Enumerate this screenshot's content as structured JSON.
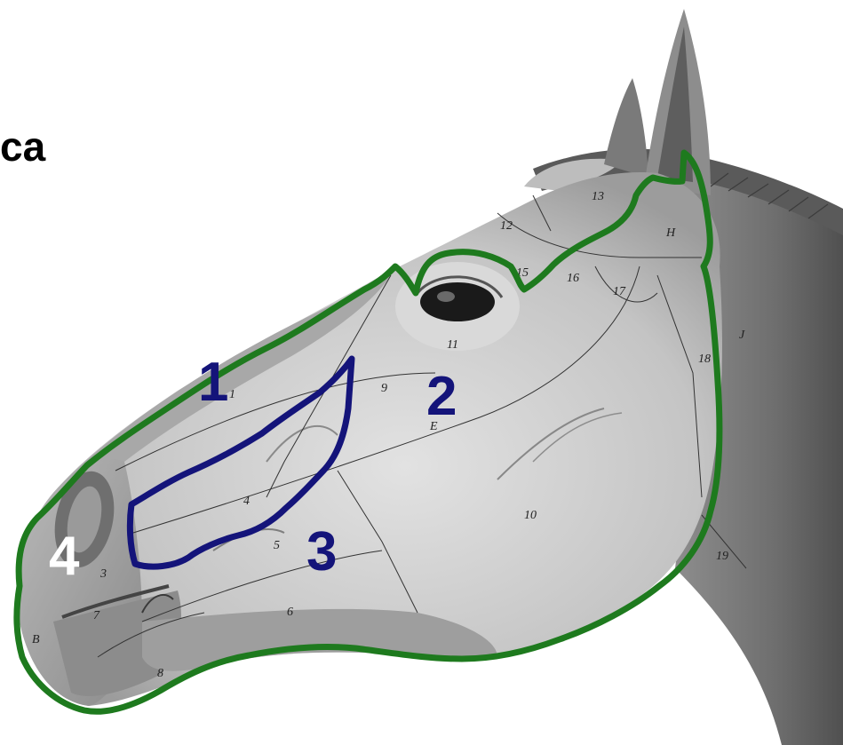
{
  "title": "ca",
  "colors": {
    "outline_outer": "#1e7a1e",
    "outline_inner": "#14147a",
    "region_label": "#14147a",
    "region_label_nostril": "#ffffff"
  },
  "region_labels": [
    "1",
    "2",
    "3",
    "4"
  ],
  "anatomy_labels": {
    "n1": "1",
    "n3": "3",
    "n4": "4",
    "n5": "5",
    "n6": "6",
    "n7": "7",
    "n8": "8",
    "n9": "9",
    "n10": "10",
    "n11": "11",
    "n12": "12",
    "n13": "13",
    "n15": "15",
    "n16": "16",
    "n17": "17",
    "n18": "18",
    "n19": "19",
    "E": "E",
    "H": "H",
    "J": "J",
    "B": "B"
  }
}
